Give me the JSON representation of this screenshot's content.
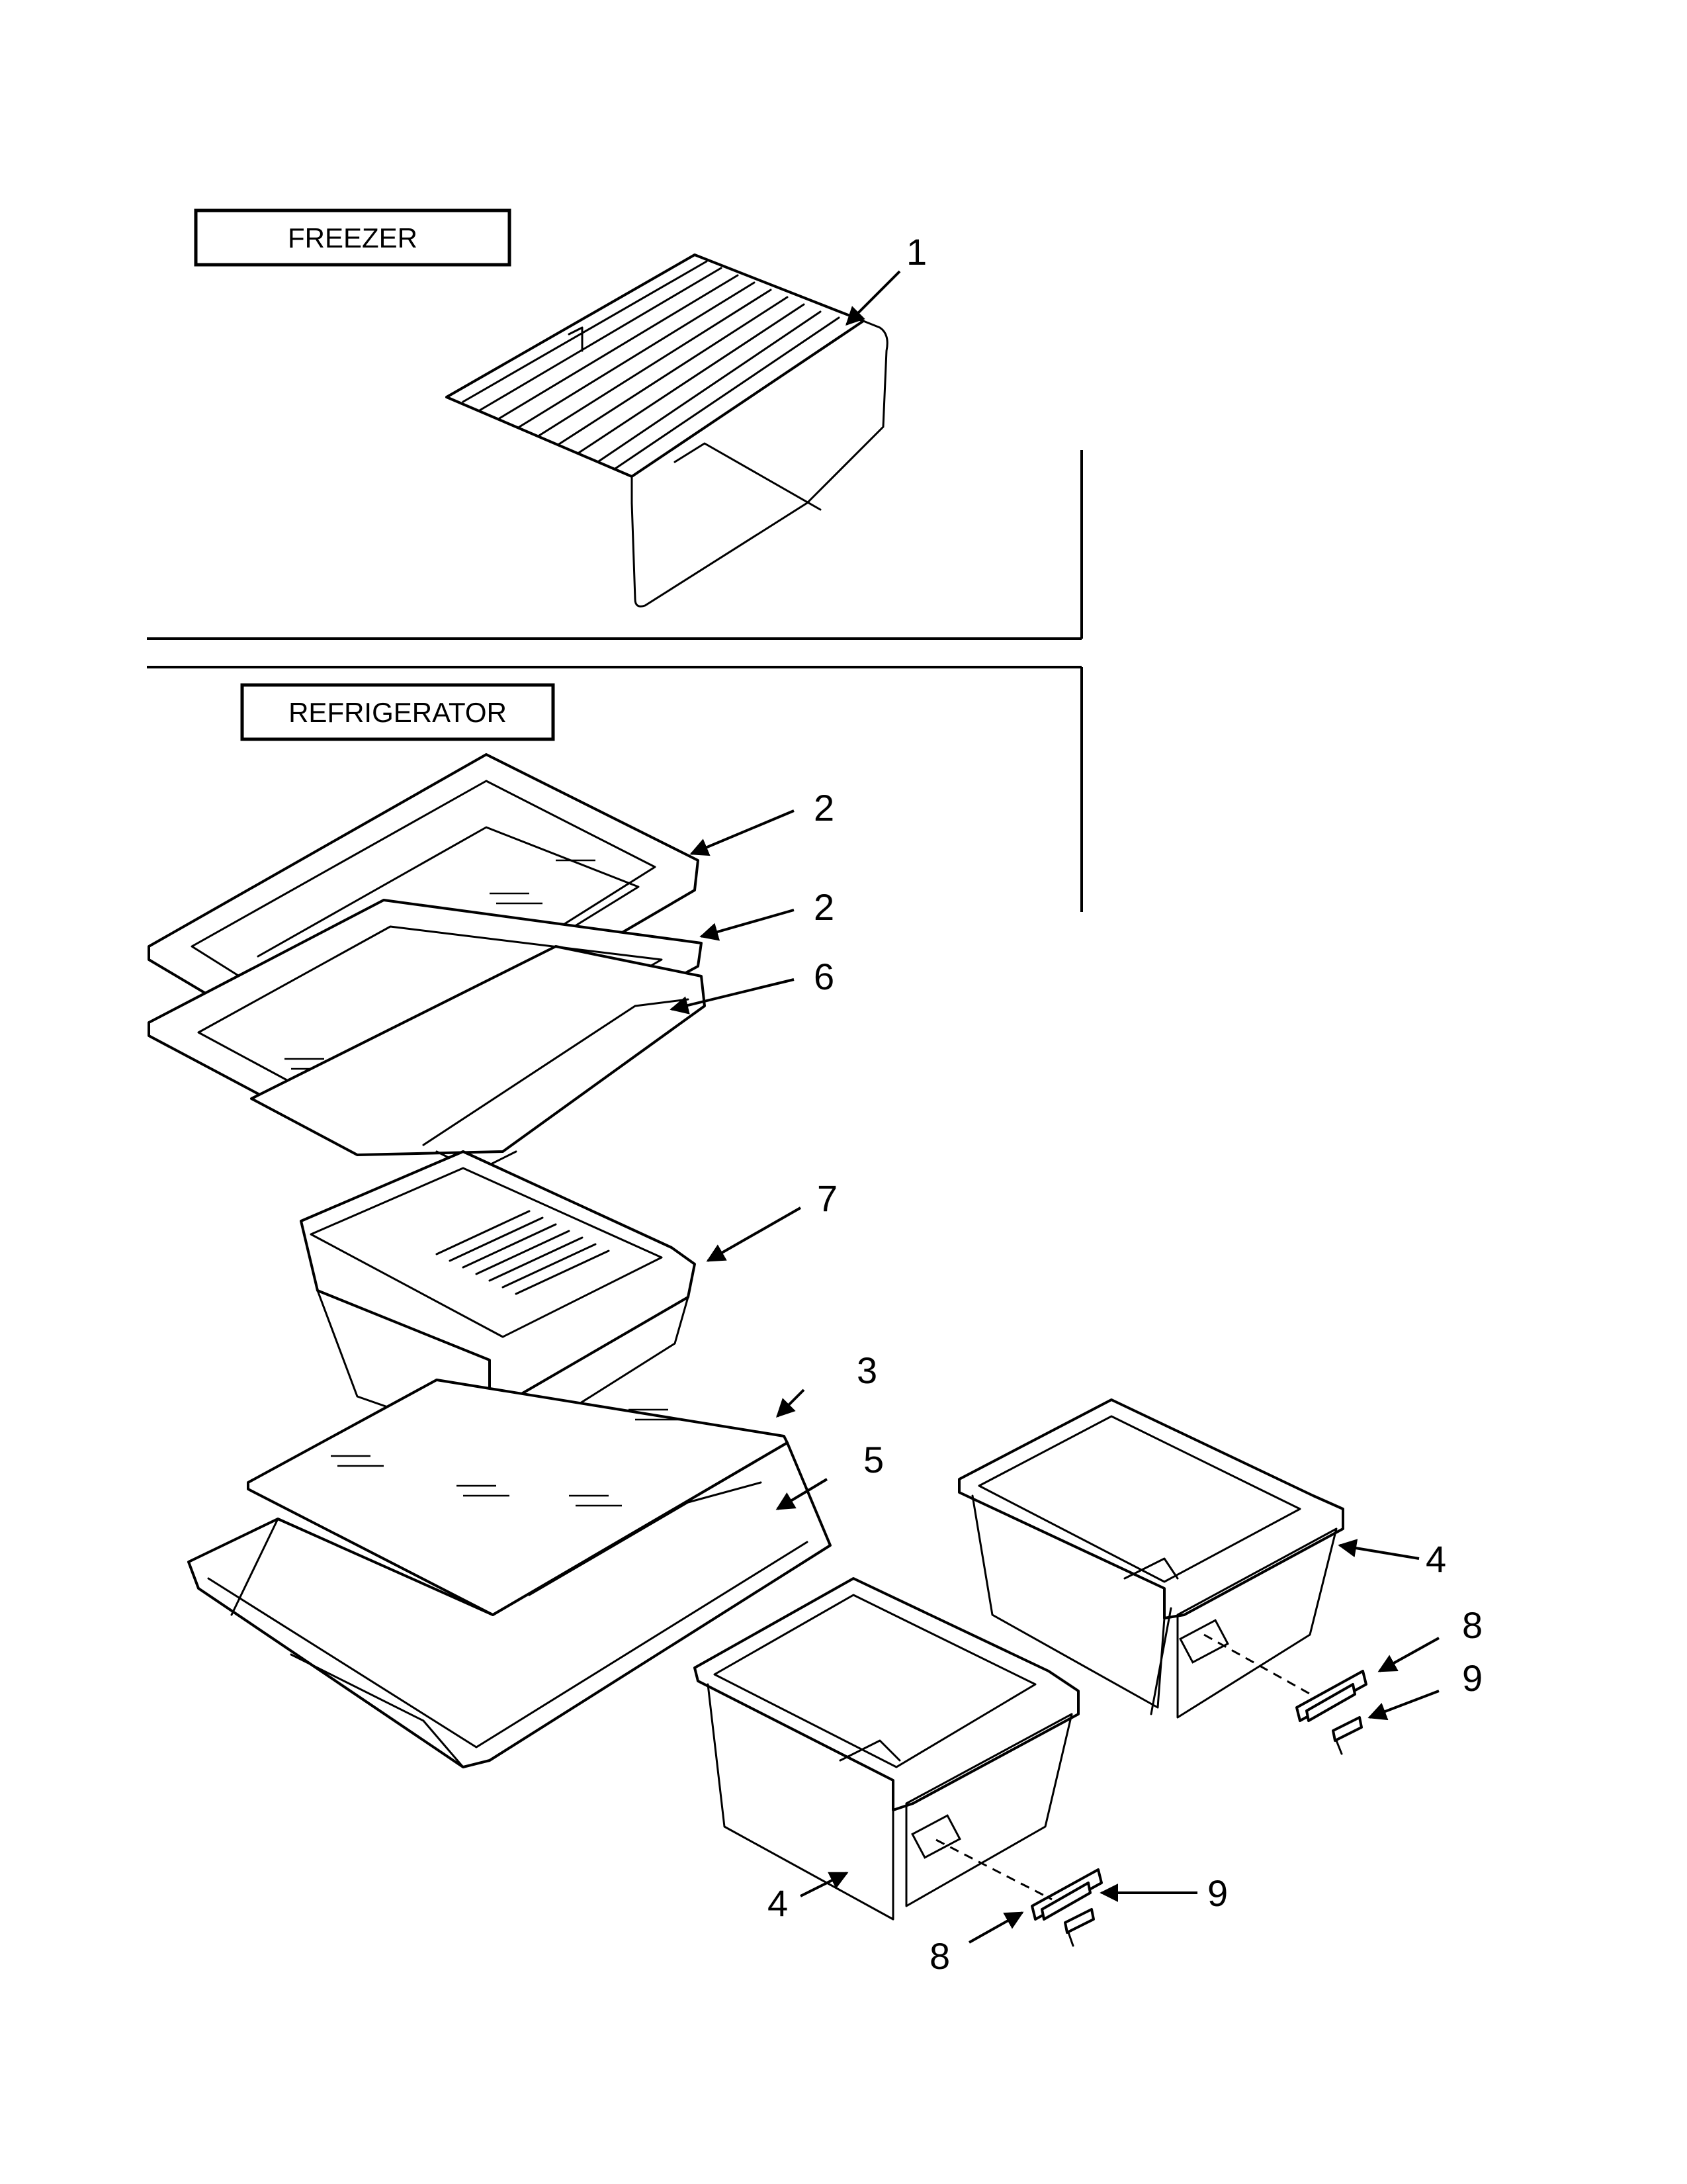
{
  "sections": {
    "freezer": "FREEZER",
    "refrigerator": "REFRIGERATOR"
  },
  "callouts": {
    "c1": "1",
    "c2a": "2",
    "c2b": "2",
    "c6": "6",
    "c7": "7",
    "c3": "3",
    "c5": "5",
    "c4a": "4",
    "c8a": "8",
    "c9a": "9",
    "c4b": "4",
    "c8b": "8",
    "c9b": "9"
  }
}
